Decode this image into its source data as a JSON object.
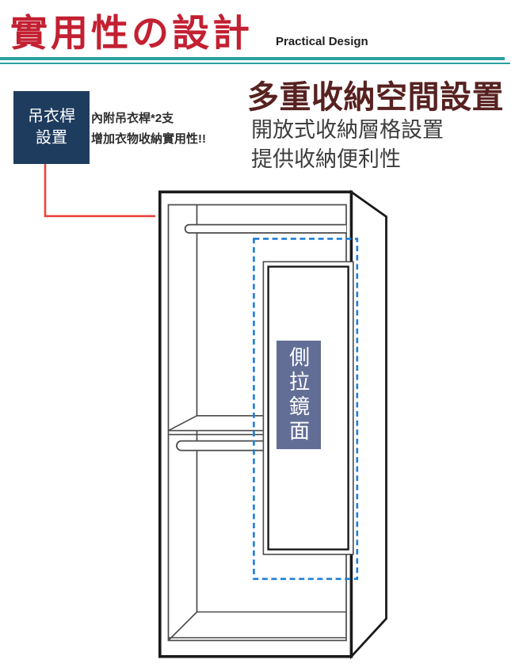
{
  "header": {
    "title": "實用性の設計",
    "subtitle": "Practical Design"
  },
  "hanger_callout": {
    "badge_line1": "吊衣桿",
    "badge_line2": "設置",
    "notes": [
      "內附吊衣桿*2支",
      "增加衣物收納實用性!!"
    ]
  },
  "storage_section": {
    "title": "多重收納空間設置",
    "lines": [
      "開放式收納層格設置",
      "提供收納便利性"
    ]
  },
  "mirror_label": {
    "text": "側拉鏡面"
  },
  "icons": {
    "diagram": "wardrobe-line-drawing"
  },
  "colors": {
    "title_red": "#c32031",
    "teal_line": "#2aa1a0",
    "navy_badge": "#1e3c5e",
    "maroon_heading": "#572120",
    "text_dark": "#2e2e2e",
    "red_connector": "#e8453c",
    "dashed_blue": "#1d7ed6",
    "slate_label": "#626e96",
    "line_black": "#1a1a1a",
    "line_gray": "#4a4a4a"
  }
}
